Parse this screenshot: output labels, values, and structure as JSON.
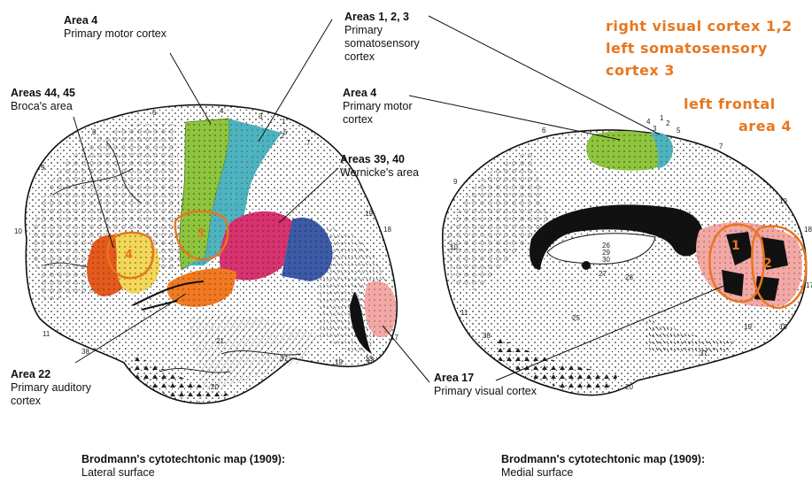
{
  "labels": {
    "area4_lat": {
      "title": "Area 4",
      "sub": [
        "Primary motor cortex"
      ]
    },
    "areas123": {
      "title": "Areas 1, 2, 3",
      "sub": [
        "Primary",
        "somatosensory",
        "cortex"
      ]
    },
    "areas4445": {
      "title": "Areas 44, 45",
      "sub": [
        "Broca's area"
      ]
    },
    "area4_med": {
      "title": "Area 4",
      "sub": [
        "Primary motor",
        "cortex"
      ]
    },
    "areas3940": {
      "title": "Areas 39, 40",
      "sub": [
        "Wernicke's area"
      ]
    },
    "area22": {
      "title": "Area 22",
      "sub": [
        "Primary auditory",
        "cortex"
      ]
    },
    "area17": {
      "title": "Area 17",
      "sub": [
        "Primary visual cortex"
      ]
    }
  },
  "captions": {
    "lateral": {
      "title": "Brodmann's cytotechtonic map (1909):",
      "sub": "Lateral surface"
    },
    "medial": {
      "title": "Brodmann's cytotechtonic map (1909):",
      "sub": "Medial surface"
    }
  },
  "annotations": {
    "line1": "right visual cortex 1,2",
    "line2": "left somatosensory",
    "line3": "cortex  3",
    "line4": "left frontal",
    "line5": "area  4",
    "mark_lateral_broca": "4",
    "mark_lateral_somato": "3",
    "mark_medial_1": "1",
    "mark_medial_2": "2"
  },
  "area_numbers": {
    "lateral": [
      "6",
      "4",
      "3",
      "1",
      "2",
      "5",
      "7",
      "8",
      "9",
      "10",
      "11",
      "19",
      "18",
      "17",
      "13",
      "21",
      "37",
      "38",
      "20",
      "19",
      "13"
    ],
    "medial": [
      "6",
      "4",
      "3",
      "1",
      "2",
      "5",
      "7",
      "9",
      "10",
      "11",
      "19",
      "18",
      "17",
      "18",
      "19",
      "37",
      "38",
      "20",
      "25",
      "26",
      "29",
      "30",
      "27",
      "28"
    ]
  },
  "colors": {
    "motor_green": "#8fc43f",
    "somato_teal": "#4fb3bf",
    "wernicke_magenta": "#d6336f",
    "wernicke_blue": "#3d5aa6",
    "broca_orange": "#e35a1c",
    "broca_yellow": "#f2d75a",
    "auditory_orange": "#f07a22",
    "visual_pink": "#f2a9a6",
    "annotation_orange": "#e8761e"
  }
}
